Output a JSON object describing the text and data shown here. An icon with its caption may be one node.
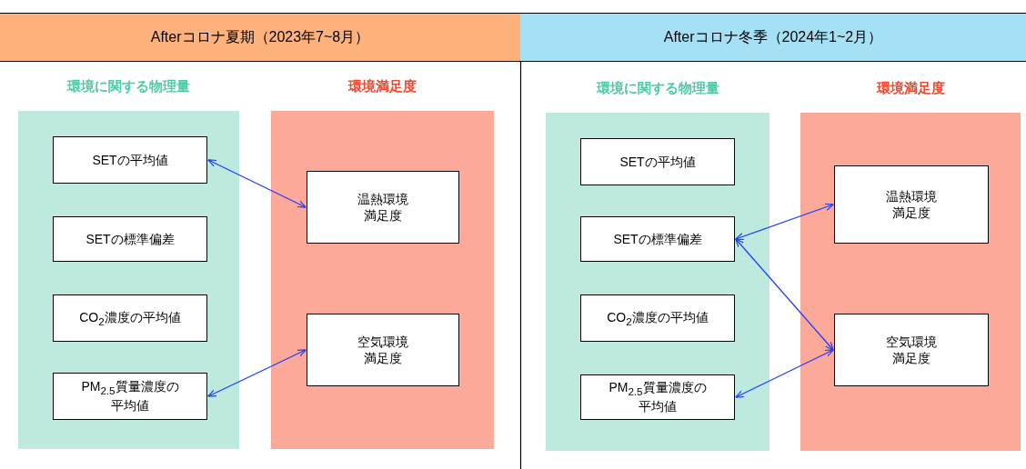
{
  "diagram": {
    "nodes": [
      {
        "text": [
          "Afterコロナ夏期（2023年7~8月）"
        ]
      },
      {
        "text": [
          "環境に関する物理量"
        ]
      },
      {
        "text": [
          "SETの平均値"
        ],
        "in": 1
      },
      {
        "text": [
          "SETの標準偏差"
        ],
        "in": 1
      },
      {
        "text": [
          "CO$_{2}$濃度の平均値"
        ],
        "in": 1
      },
      {
        "text": [
          "PM$_{2.5}$質量濃度の平均値"
        ],
        "in": 1
      },
      {
        "text": [
          "環境満足度"
        ]
      },
      {
        "text": [
          "温熱環境満足度"
        ],
        "in": 6
      },
      {
        "text": [
          "空気環境満足度"
        ],
        "in": 6
      },
      {
        "text": [
          "Afterコロナ冬季（2024年1~2月）"
        ]
      },
      {
        "text": [
          "環境に関する物理量"
        ]
      },
      {
        "text": [
          "SETの平均値"
        ],
        "in": 10
      },
      {
        "text": [
          "SETの標準偏差"
        ],
        "in": 10
      },
      {
        "text": [
          "CO$_{2}$濃度の平均値"
        ],
        "in": 10
      },
      {
        "text": [
          "PM$_{2.5}$質量濃度の平均値"
        ],
        "in": 10
      },
      {
        "text": [
          "環境満足度"
        ]
      },
      {
        "text": [
          "温熱環境満足度"
        ],
        "in": 15
      },
      {
        "text": [
          "空気環境満足度"
        ],
        "in": 15
      }
    ],
    "edges": [
      {
        "from": 2,
        "to": 7,
        "arrow": "both"
      },
      {
        "from": 5,
        "to": 8,
        "arrow": "both"
      },
      {
        "from": 12,
        "to": 16,
        "arrow": "both"
      },
      {
        "from": 12,
        "to": 17,
        "arrow": "both"
      },
      {
        "from": 14,
        "to": 17,
        "arrow": "both"
      }
    ]
  }
}
